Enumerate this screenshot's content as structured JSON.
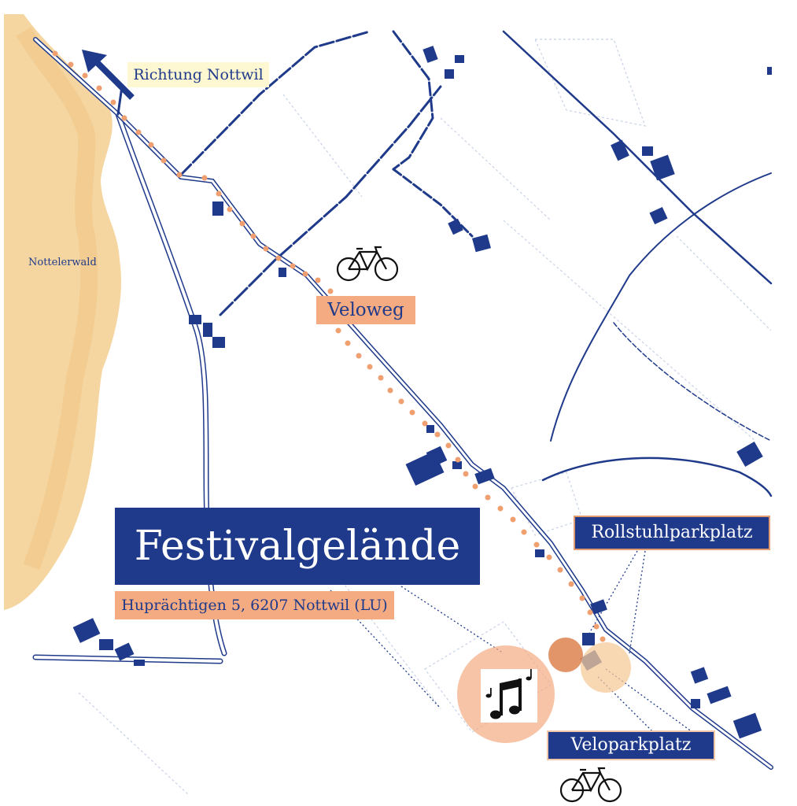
{
  "labels": {
    "forest": "Nottelerwald",
    "direction": "Richtung Nottwil",
    "bike_route": "Veloweg",
    "venue_title": "Festivalgelände",
    "venue_address": "Huprächtigen 5, 6207 Nottwil (LU)",
    "wheelchair_parking": "Rollstuhlparkplatz",
    "bike_parking": "Veloparkplatz"
  },
  "colors": {
    "navy": "#1f3a8a",
    "peach": "#f5ab82",
    "dark_peach": "#e08a5a",
    "forest": "#f5d6a0",
    "cream": "#fdf7d2",
    "route_dots": "#f0a070"
  },
  "icons": {
    "bicycle": "bicycle-icon",
    "music": "music-notes-icon",
    "direction": "arrow-up-left-icon"
  }
}
